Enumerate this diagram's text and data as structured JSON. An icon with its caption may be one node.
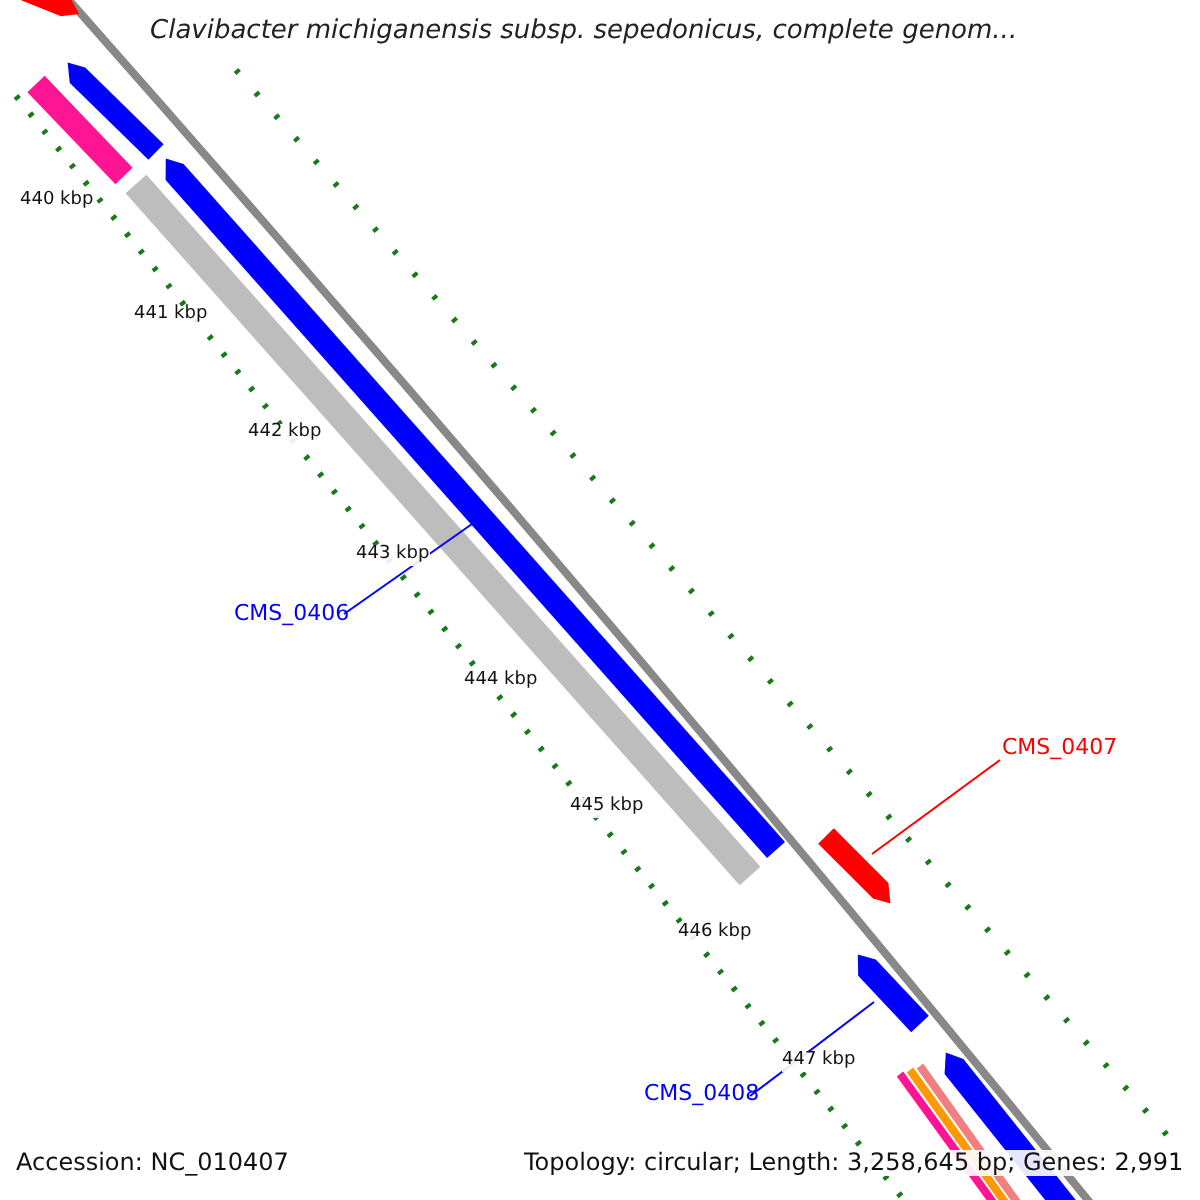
{
  "diagram": {
    "title": "Clavibacter michiganensis subsp. sepedonicus, complete genom...",
    "nodes": [
      {
        "text": [
          "CMS_0406"
        ]
      },
      {
        "text": [],
        "shape": "bar"
      },
      {
        "text": [
          "CMS_0407"
        ]
      },
      {
        "text": [],
        "shape": "bar"
      },
      {
        "text": [
          "CMS_0408"
        ]
      },
      {
        "text": [],
        "shape": "bar"
      }
    ],
    "edges": [
      {
        "from": 0,
        "to": 1,
        "arrow": "none"
      },
      {
        "from": 2,
        "to": 3,
        "arrow": "none",
        "color": "#ff0000"
      },
      {
        "from": 4,
        "to": 5,
        "arrow": "none"
      }
    ],
    "labels": [
      "440 kbp",
      "441 kbp",
      "442 kbp",
      "443 kbp",
      "444 kbp",
      "445 kbp",
      "446 kbp",
      "447 kbp",
      "Accession: NC_010407",
      "Topology: circular; Length: 3,258,645 bp; Genes: 2,991"
    ]
  }
}
